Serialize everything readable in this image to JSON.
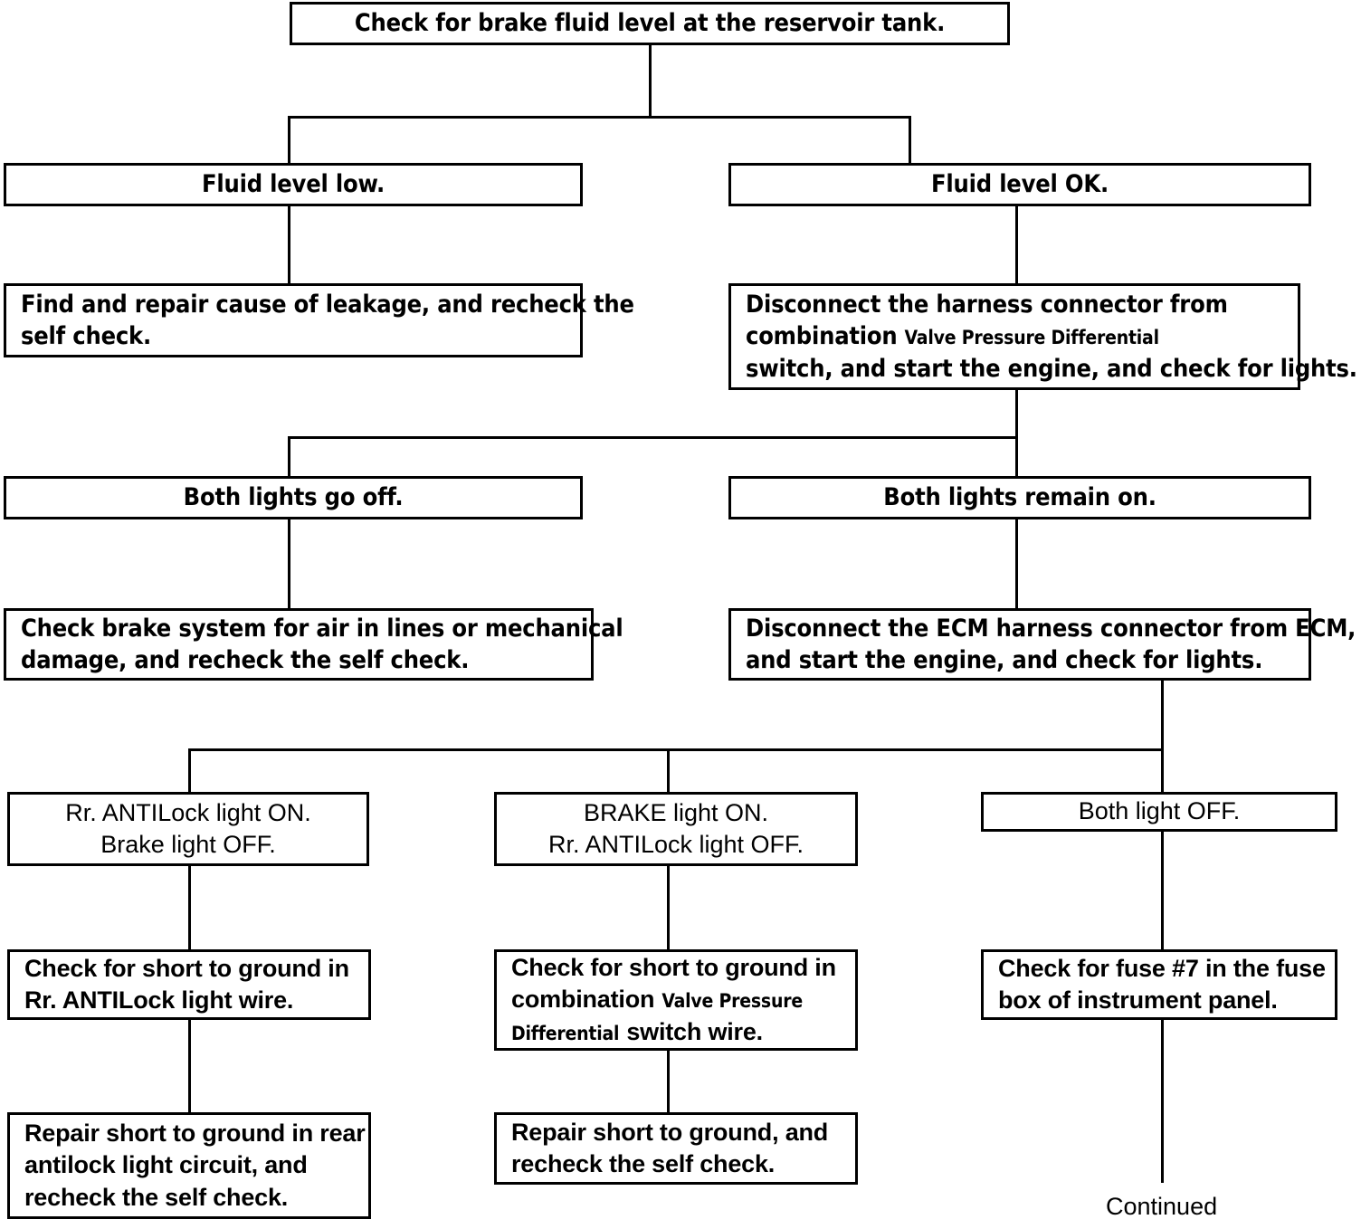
{
  "diagram": {
    "title": "Brake system self check diagnostic flowchart",
    "ink_color": "#000000",
    "background_color": "#ffffff",
    "continued_label": "Continued"
  },
  "nodes": {
    "start": {
      "line1": "Check for brake fluid level at the reservoir tank."
    },
    "fluid_low": {
      "line1": "Fluid level low."
    },
    "fluid_ok": {
      "line1": "Fluid level OK."
    },
    "repair_leak": {
      "line1": "Find and repair cause of leakage, and recheck the",
      "line2": "self check."
    },
    "disconnect_harness": {
      "line1": "Disconnect the harness connector from",
      "line2a": "combination",
      "line2b": "Valve Pressure Differential",
      "line3": "switch, and start the engine, and check for lights."
    },
    "lights_off": {
      "line1": "Both lights go off."
    },
    "lights_on": {
      "line1": "Both lights remain on."
    },
    "check_air": {
      "line1": "Check brake system for air in lines or mechanical",
      "line2": "damage, and recheck the self check."
    },
    "disconnect_ecm": {
      "line1": "Disconnect the ECM harness connector from ECM,",
      "line2": "and start the engine, and check for lights."
    },
    "rr_on_brake_off": {
      "line1": "Rr. ANTILock light ON.",
      "line2": "Brake light OFF."
    },
    "brake_on_rr_off": {
      "line1": "BRAKE light ON.",
      "line2": "Rr. ANTILock light OFF."
    },
    "both_off": {
      "line1": "Both light OFF."
    },
    "check_short_rr": {
      "line1": "Check for short to ground in",
      "line2": "Rr. ANTILock light wire."
    },
    "check_short_comb": {
      "line1": "Check for short to ground in",
      "line2a": "combination",
      "line2b": "Valve Pressure",
      "line3a": "Differential",
      "line3b": "switch wire."
    },
    "check_fuse": {
      "line1": "Check for fuse #7 in the fuse",
      "line2": "box of instrument panel."
    },
    "repair_rr": {
      "line1": "Repair short to ground in rear",
      "line2": "antilock light circuit, and",
      "line3": "recheck the self check."
    },
    "repair_short": {
      "line1": "Repair short to ground, and",
      "line2": "recheck the self check."
    }
  }
}
